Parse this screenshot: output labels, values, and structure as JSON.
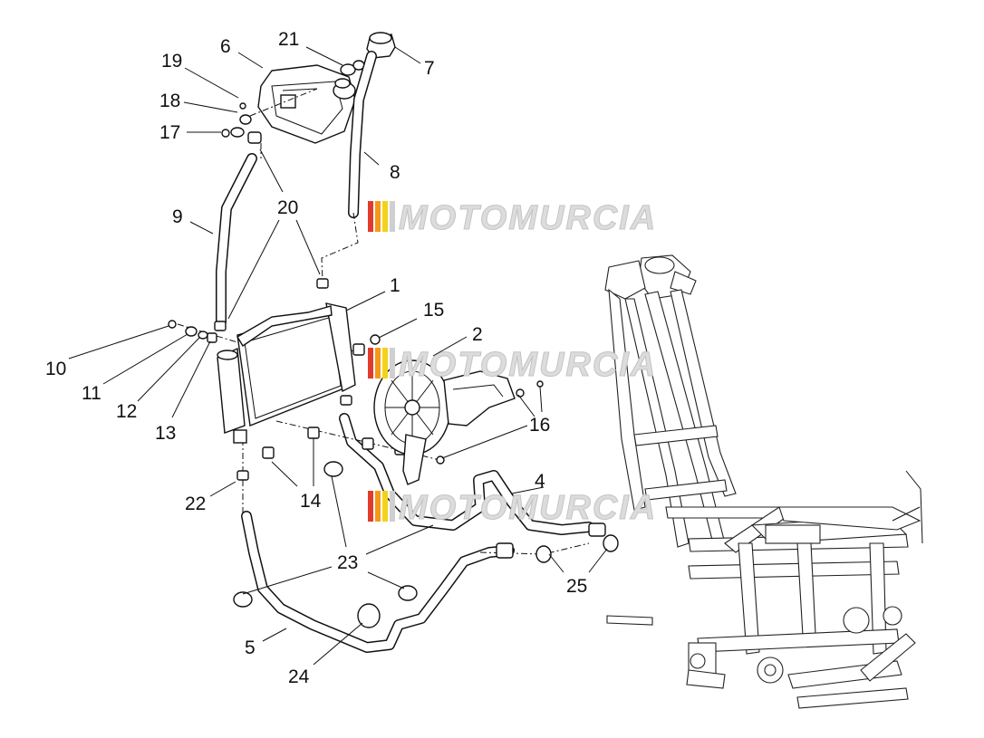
{
  "watermark": {
    "text": "MOTOMURCIA",
    "colors": [
      "#e23b2e",
      "#f39a1c",
      "#f3d21c",
      "#cfcfcf"
    ]
  },
  "callouts": [
    "1",
    "2",
    "4",
    "5",
    "6",
    "7",
    "8",
    "9",
    "10",
    "11",
    "12",
    "13",
    "14",
    "15",
    "16",
    "17",
    "18",
    "19",
    "20",
    "21",
    "22",
    "23",
    "24",
    "25"
  ]
}
